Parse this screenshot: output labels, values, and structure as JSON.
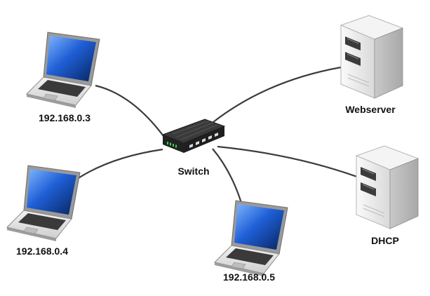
{
  "diagram": {
    "switch": {
      "label": "Switch",
      "icon": "network-switch-icon"
    },
    "laptops": [
      {
        "label": "192.168.0.3",
        "icon": "laptop-icon"
      },
      {
        "label": "192.168.0.4",
        "icon": "laptop-icon"
      },
      {
        "label": "192.168.0.5",
        "icon": "laptop-icon"
      }
    ],
    "servers": [
      {
        "label": "Webserver",
        "icon": "server-tower-icon"
      },
      {
        "label": "DHCP",
        "icon": "server-tower-icon"
      }
    ],
    "connections": [
      [
        "Switch",
        "192.168.0.3"
      ],
      [
        "Switch",
        "192.168.0.4"
      ],
      [
        "Switch",
        "192.168.0.5"
      ],
      [
        "Switch",
        "Webserver"
      ],
      [
        "Switch",
        "DHCP"
      ]
    ],
    "colors": {
      "cable": "#3c3c3c",
      "screen": "#1f5fd6",
      "server_body": "#e6e6e6",
      "switch_body": "#2a2a2a",
      "switch_led": "#39d14a"
    }
  }
}
